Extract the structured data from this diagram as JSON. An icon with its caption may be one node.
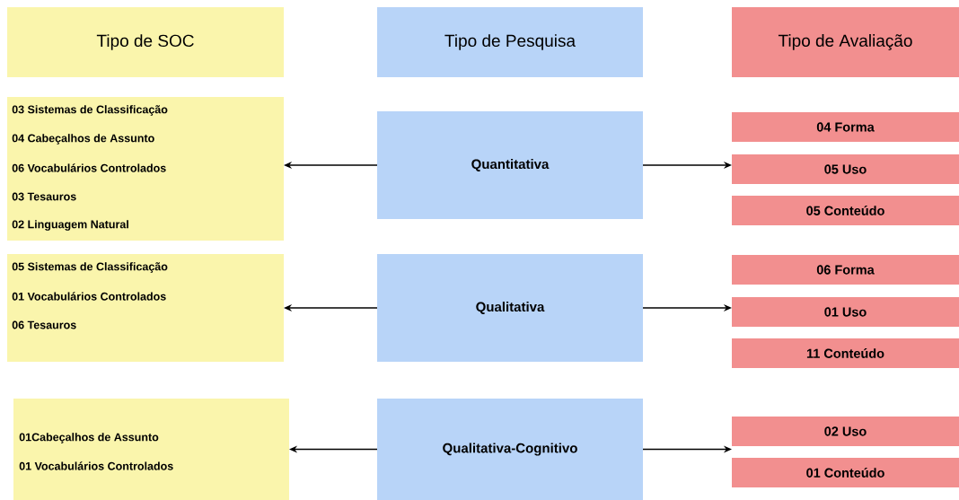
{
  "diagram": {
    "nodes": [
      {
        "text": [
          "Tipo de SOC"
        ]
      },
      {
        "text": [
          "Tipo de Pesquisa"
        ]
      },
      {
        "text": [
          "Tipo de Avaliação"
        ]
      },
      {
        "text": [
          "03 Sistemas de Classificação",
          "04 Cabeçalhos de Assunto",
          "06 Vocabulários Controlados",
          "03 Tesauros",
          "02 Linguagem Natural"
        ]
      },
      {
        "text": [
          "Quantitativa"
        ]
      },
      {
        "text": [
          "04 Forma"
        ]
      },
      {
        "text": [
          "05 Uso"
        ]
      },
      {
        "text": [
          "05 Conteúdo"
        ]
      },
      {
        "text": [
          "05 Sistemas de Classificação",
          "01 Vocabulários Controlados",
          "06 Tesauros"
        ]
      },
      {
        "text": [
          "Qualitativa"
        ]
      },
      {
        "text": [
          "06 Forma"
        ]
      },
      {
        "text": [
          "01 Uso"
        ]
      },
      {
        "text": [
          "11 Conteúdo"
        ]
      },
      {
        "text": [
          "01Cabeçalhos de Assunto",
          "01 Vocabulários Controlados"
        ]
      },
      {
        "text": [
          "Qualitativa-Cognitivo"
        ]
      },
      {
        "text": [
          "02 Uso"
        ]
      },
      {
        "text": [
          "01 Conteúdo"
        ]
      }
    ],
    "edges": [
      {
        "from": 4,
        "to": 3,
        "arrow": "to"
      },
      {
        "from": 4,
        "to": 6,
        "arrow": "to"
      },
      {
        "from": 9,
        "to": 8,
        "arrow": "to"
      },
      {
        "from": 9,
        "to": 11,
        "arrow": "to"
      },
      {
        "from": 14,
        "to": 13,
        "arrow": "to"
      },
      {
        "from": 14,
        "to": 15,
        "arrow": "to"
      }
    ]
  }
}
